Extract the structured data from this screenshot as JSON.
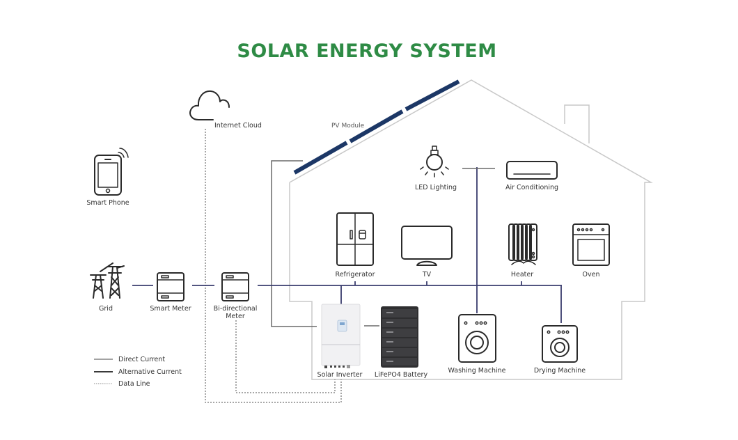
{
  "title": "SOLAR ENERGY SYSTEM",
  "colors": {
    "title": "#2e8b45",
    "pv_panel": "#1c3766",
    "ac_line": "#3a3d6e",
    "dc_line": "#6a6a6a",
    "data_line": "#8a8a8a",
    "house_outline": "#c8c8c8"
  },
  "components": {
    "internet_cloud": "Internet Cloud",
    "smart_phone": "Smart Phone",
    "pv_module": "PV Module",
    "grid": "Grid",
    "smart_meter": "Smart Meter",
    "bidirectional_meter_line1": "Bi-directional",
    "bidirectional_meter_line2": "Meter",
    "solar_inverter": "Solar Inverter",
    "battery": "LiFePO4 Battery"
  },
  "appliances": {
    "led_lighting": "LED Lighting",
    "air_conditioning": "Air Conditioning",
    "refrigerator": "Refrigerator",
    "tv": "TV",
    "heater": "Heater",
    "oven": "Oven",
    "washing_machine": "Washing Machine",
    "drying_machine": "Drying Machine"
  },
  "legend": [
    {
      "label": "Direct Current",
      "style": "solid-thin"
    },
    {
      "label": "Alternative Current",
      "style": "solid-thick"
    },
    {
      "label": "Data Line",
      "style": "dotted"
    }
  ]
}
